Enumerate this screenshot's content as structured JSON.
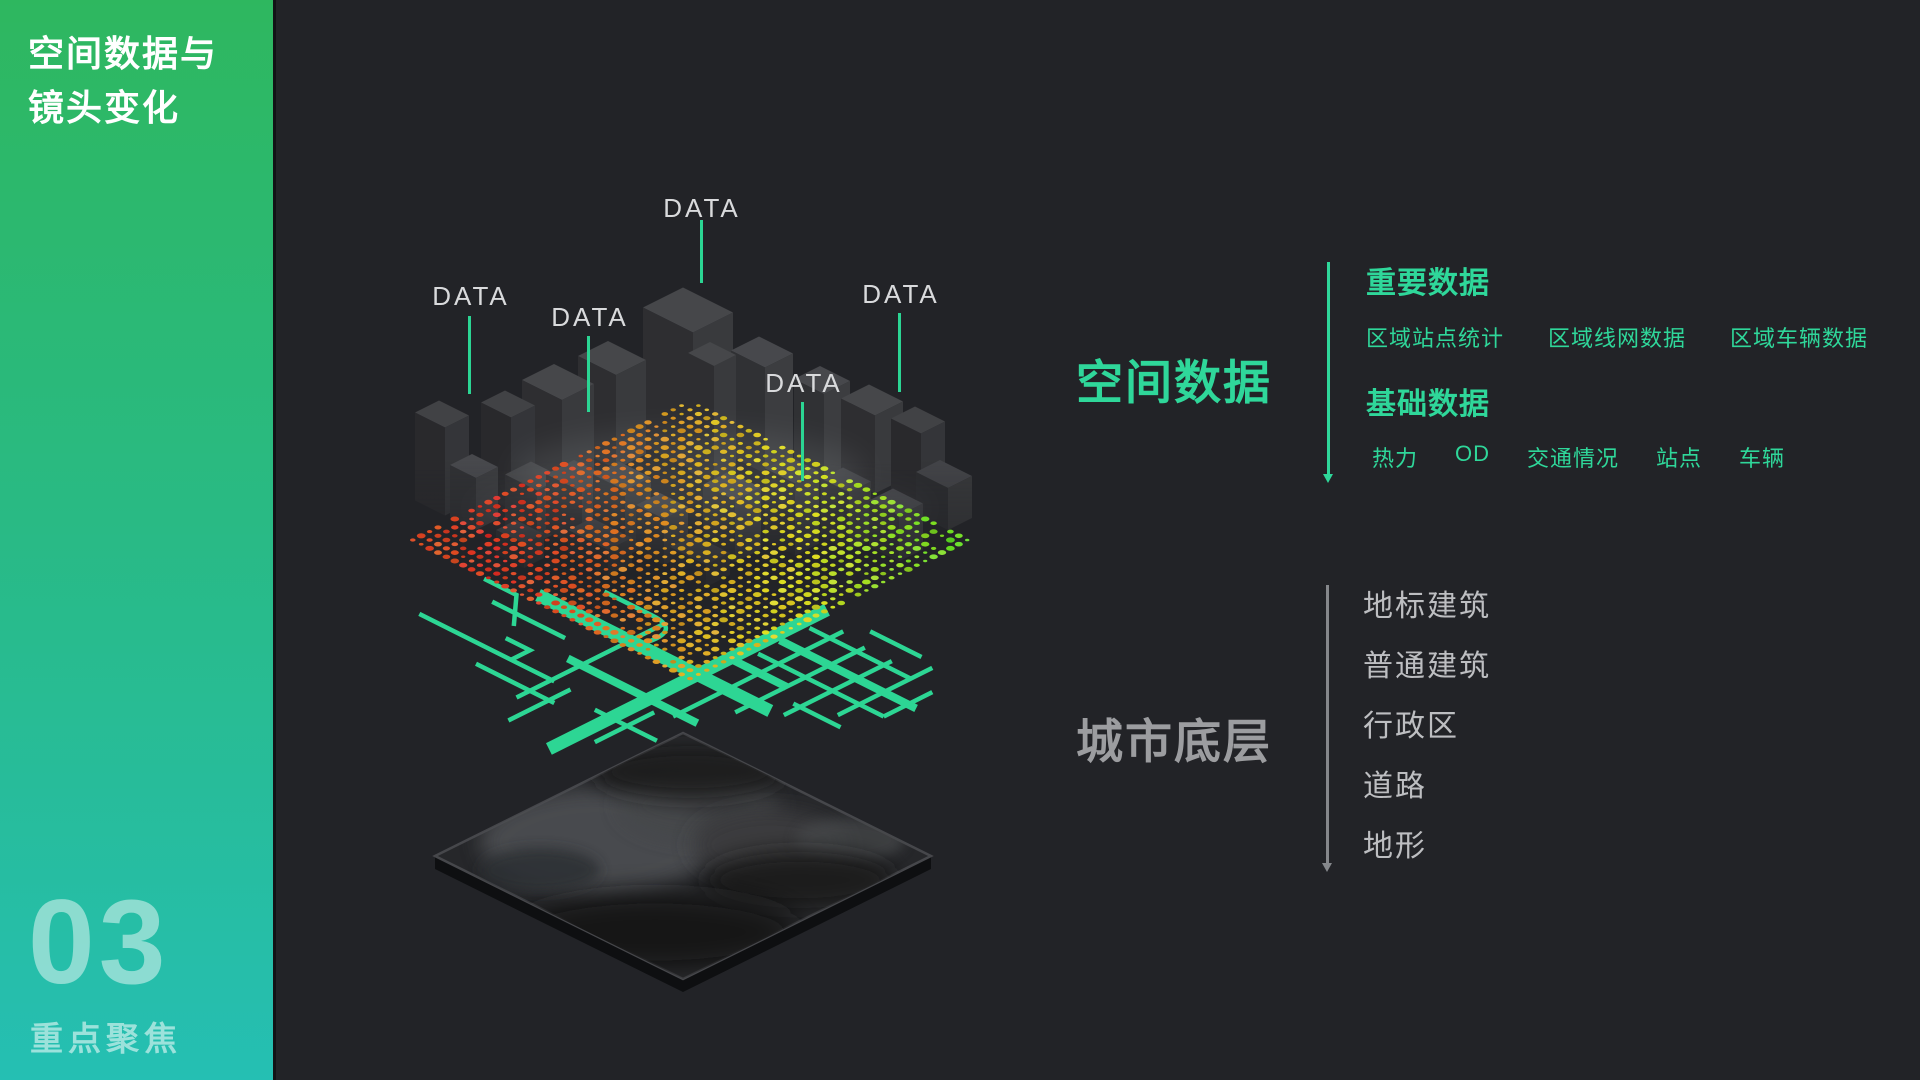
{
  "sidebar": {
    "title_line1": "空间数据与",
    "title_line2": "镜头变化",
    "section_number": "03",
    "section_caption": "重点聚焦"
  },
  "scene": {
    "data_labels": [
      "DATA",
      "DATA",
      "DATA",
      "DATA",
      "DATA"
    ]
  },
  "right_panel": {
    "spatial": {
      "heading": "空间数据",
      "important_title": "重要数据",
      "important_items": [
        "区域站点统计",
        "区域线网数据",
        "区域车辆数据"
      ],
      "basic_title": "基础数据",
      "basic_items": [
        "热力",
        "OD",
        "交通情况",
        "站点",
        "车辆"
      ]
    },
    "city_base": {
      "heading": "城市底层",
      "items": [
        "地标建筑",
        "普通建筑",
        "行政区",
        "道路",
        "地形"
      ]
    }
  },
  "colors": {
    "accent_green": "#2fd79a",
    "road_green": "#2dd694",
    "sidebar_top": "#2eb75f",
    "sidebar_bottom": "#25bfb3",
    "gray_text": "#bdbec1",
    "heat_scale": [
      "#e03428",
      "#ef7c28",
      "#e8a52c",
      "#ddd02e",
      "#a8cf33",
      "#57c43c"
    ]
  }
}
